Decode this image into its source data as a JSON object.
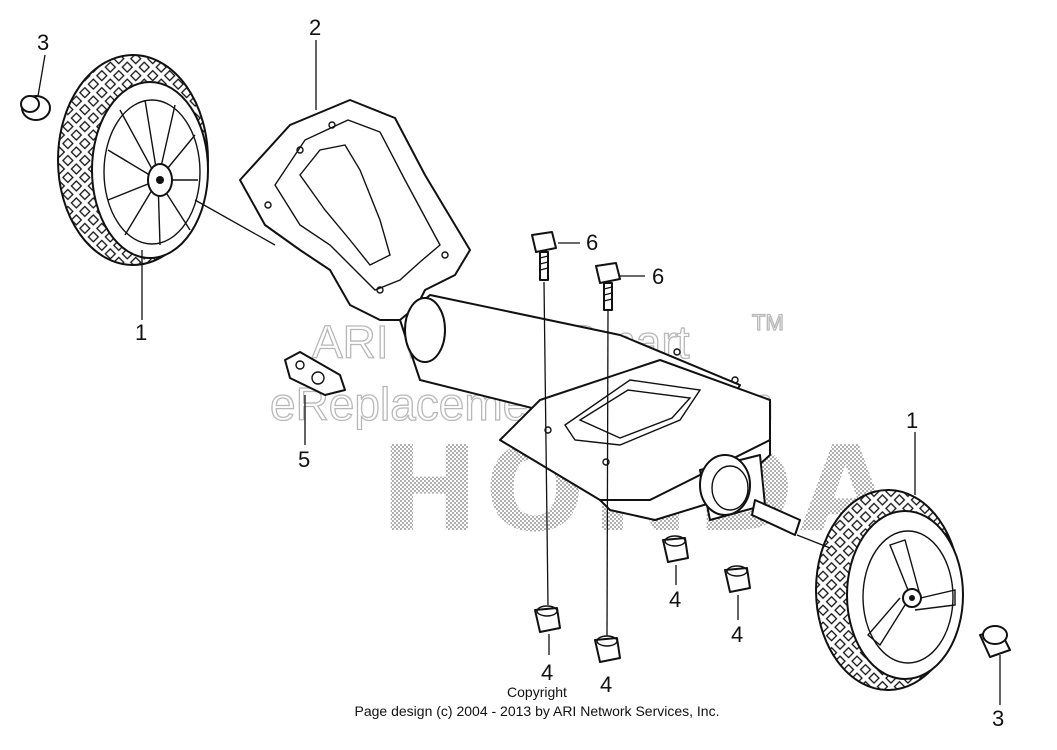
{
  "callouts": {
    "c3_top": "3",
    "c2": "2",
    "c1_left": "1",
    "c6_a": "6",
    "c6_b": "6",
    "c5": "5",
    "c1_right": "1",
    "c4_left": "4",
    "c4_mid": "4",
    "c4_right": "4",
    "c4_bottom": "4",
    "c3_bottom": "3"
  },
  "watermark": {
    "line1": "ARI WebsiteSmart",
    "tm": "TM",
    "line2": "eReplacementParts.com"
  },
  "brand_text": "HONDA",
  "copyright": {
    "line1": "Copyright",
    "line2": "Page design (c) 2004 - 2013 by ARI Network Services, Inc."
  }
}
